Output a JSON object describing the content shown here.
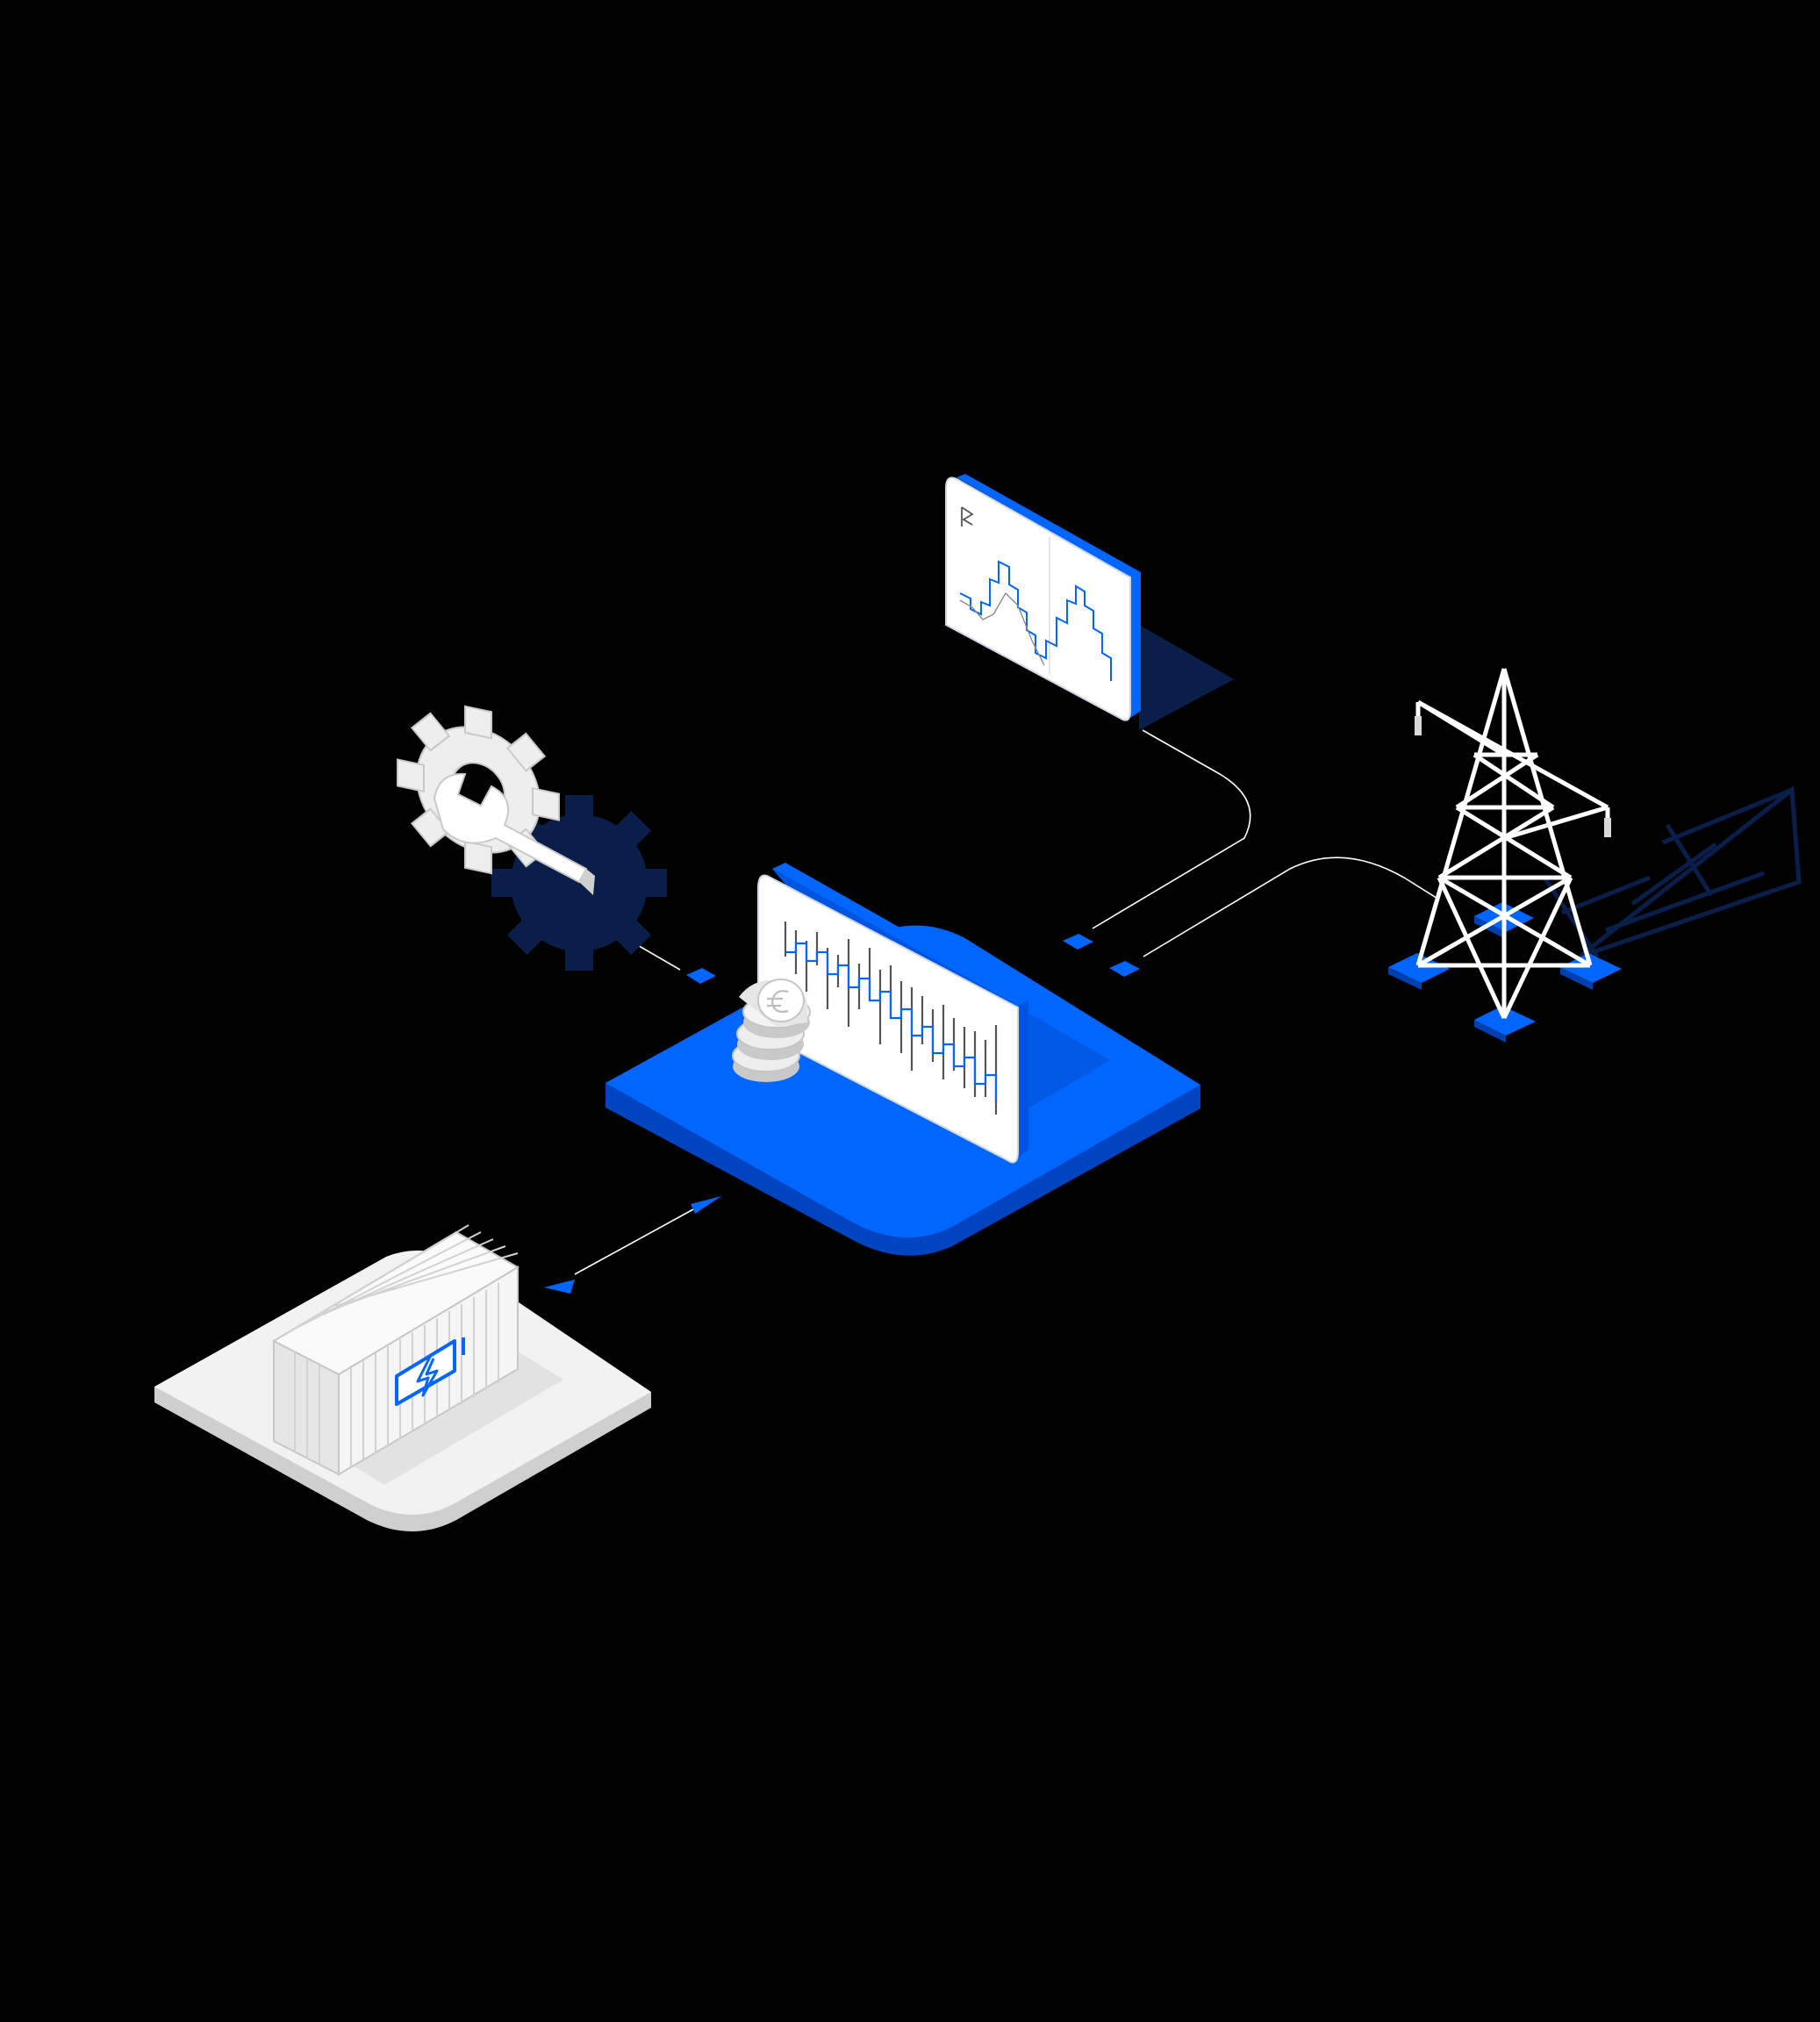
{
  "scene": {
    "background_color": "#000000",
    "accent_color": "#0066FF",
    "dark_accent_color": "#0A1E4A",
    "light_color": "#FFFFFF",
    "grey_color": "#D9D9D9"
  },
  "nodes": [
    {
      "id": "battery-container",
      "icon": "battery-bolt-icon"
    },
    {
      "id": "trading-platform",
      "icon": "price-chart-icon"
    },
    {
      "id": "forecast-panel",
      "icon": "forecast-chart-icon"
    },
    {
      "id": "maintenance-gear",
      "icon": "gear-wrench-icon"
    },
    {
      "id": "power-grid",
      "icon": "transmission-tower-icon"
    },
    {
      "id": "coin-stack",
      "icon": "euro-coin-icon"
    }
  ],
  "connections": [
    {
      "from": "battery-container",
      "to": "trading-platform",
      "style": "bidirectional-arrow"
    },
    {
      "from": "maintenance-gear",
      "to": "trading-platform",
      "style": "line"
    },
    {
      "from": "forecast-panel",
      "to": "trading-platform",
      "style": "curved-line"
    },
    {
      "from": "power-grid",
      "to": "trading-platform",
      "style": "curved-line"
    }
  ]
}
